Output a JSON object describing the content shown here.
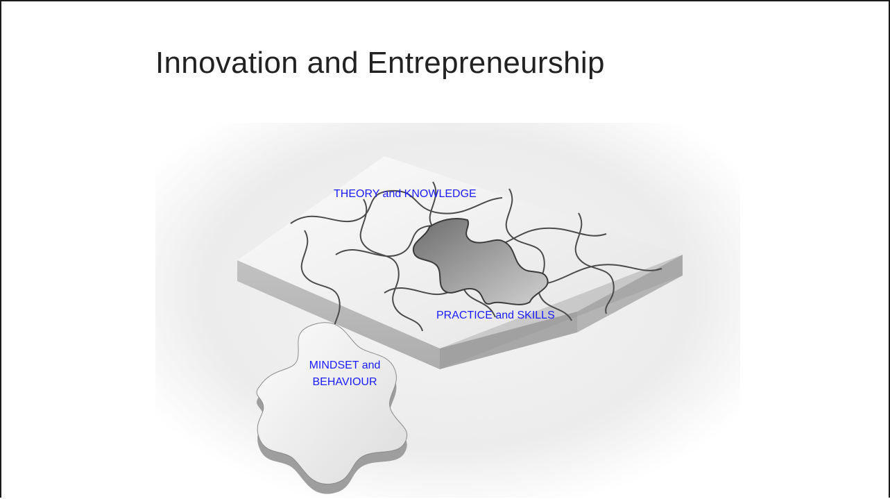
{
  "slide": {
    "title": "Innovation and Entrepreneurship"
  },
  "puzzle_image": {
    "icon": "jigsaw-puzzle-image",
    "labels": {
      "theory": "THEORY and KNOWLEDGE",
      "practice": "PRACTICE and SKILLS",
      "mindset_line1": "MINDSET and",
      "mindset_line2": "BEHAVIOUR"
    },
    "label_color": "#1a1aff"
  },
  "colors": {
    "title": "#222222",
    "border": "#1a1a1a",
    "background": "#ffffff"
  }
}
